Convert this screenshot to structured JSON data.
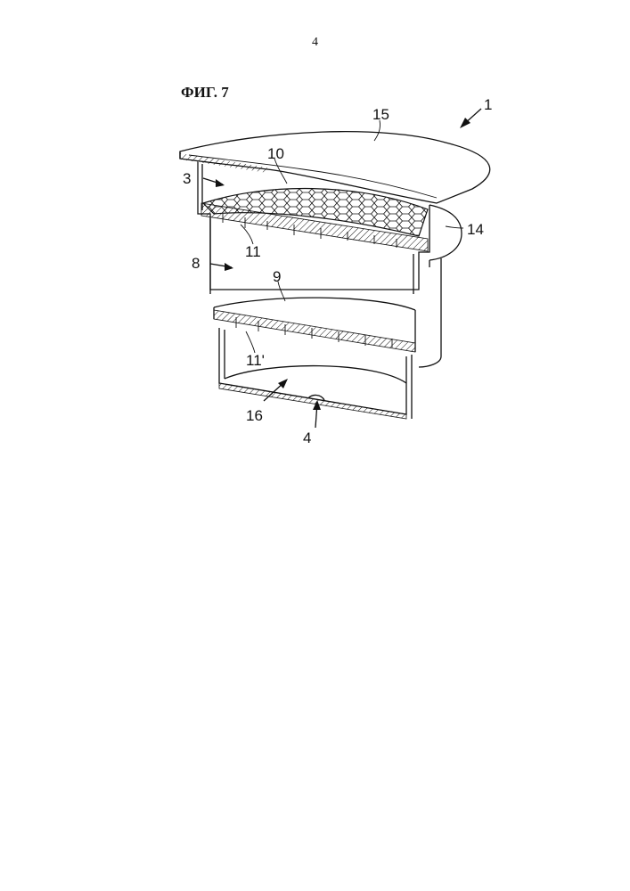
{
  "page": {
    "number": "4"
  },
  "figure": {
    "title": "ФИГ. 7",
    "labels": {
      "l1": "1",
      "l15": "15",
      "l10": "10",
      "l3": "3",
      "l14": "14",
      "l11": "11",
      "l8": "8",
      "l9": "9",
      "l11p": "11'",
      "l16": "16",
      "l4": "4"
    }
  }
}
